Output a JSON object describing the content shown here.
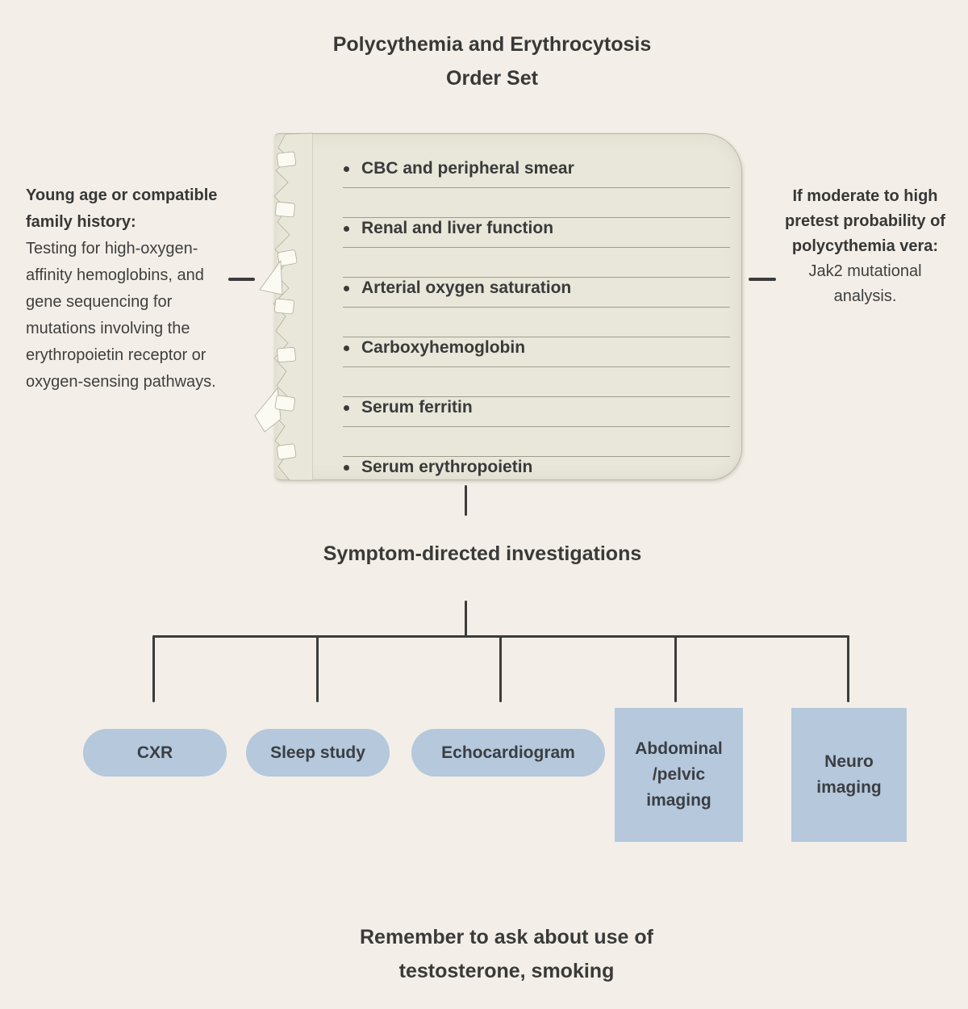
{
  "title": {
    "line1": "Polycythemia and Erythrocytosis",
    "line2": "Order Set"
  },
  "order_set": {
    "items": [
      "CBC and peripheral smear",
      "Renal and liver function",
      "Arterial oxygen saturation",
      "Carboxyhemoglobin",
      "Serum ferritin",
      "Serum erythropoietin"
    ]
  },
  "left_note": {
    "heading": "Young age or compatible family history:",
    "body": "Testing for high-oxygen-affinity hemoglobins, and gene sequencing for mutations involving the erythropoietin receptor or oxygen-sensing pathways."
  },
  "right_note": {
    "heading": "If moderate to high pretest probability of polycythemia vera:",
    "body": "Jak2 mutational analysis."
  },
  "investigations": {
    "heading": "Symptom-directed investigations",
    "nodes": [
      {
        "label": "CXR",
        "shape": "pill"
      },
      {
        "label": "Sleep study",
        "shape": "pill"
      },
      {
        "label": "Echocardiogram",
        "shape": "pill"
      },
      {
        "label": "Abdominal /pelvic imaging",
        "shape": "rect"
      },
      {
        "label": "Neuro imaging",
        "shape": "rect"
      }
    ]
  },
  "footer": {
    "line1": "Remember to ask about use of",
    "line2": "testosterone, smoking"
  },
  "colors": {
    "background": "#f3efe8",
    "paper": "#e8e7da",
    "paper_edge": "#bdb9a7",
    "ruled_line": "#605e4e",
    "text_dark": "#3d3d3d",
    "node_fill": "#b5c8dc",
    "connector": "#3c3c3c"
  }
}
